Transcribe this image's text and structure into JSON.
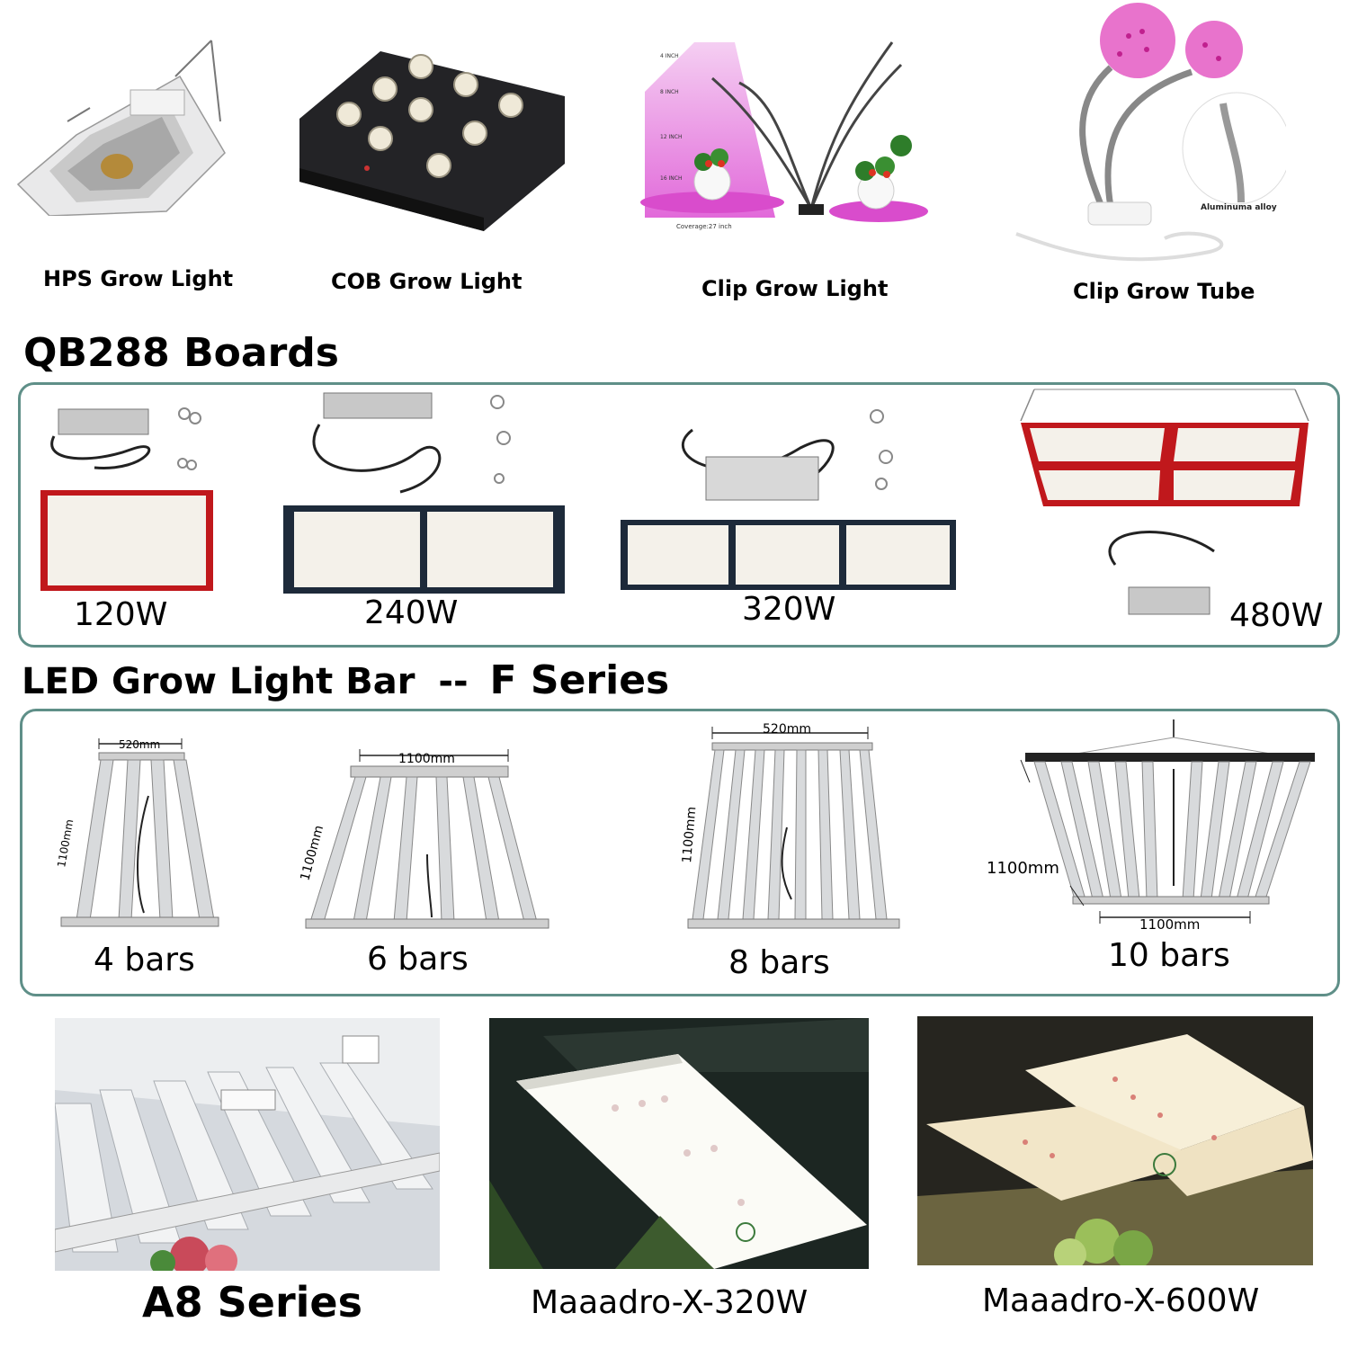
{
  "top_row": {
    "hps_label": "HPS Grow Light",
    "cob_label": "COB Grow Light",
    "clip_label": "Clip Grow Light",
    "tube_label": "Clip Grow Tube",
    "clip_heights": [
      "4 INCH",
      "8 INCH",
      "12 INCH",
      "16 INCH"
    ],
    "clip_coverage": "Coverage:27 inch",
    "tube_note": "Aluminuma alloy"
  },
  "qb288": {
    "title": "QB288 Boards",
    "items": [
      {
        "label": "120W"
      },
      {
        "label": "240W"
      },
      {
        "label": "320W"
      },
      {
        "label": "480W"
      }
    ]
  },
  "f_series": {
    "title_left": "LED Grow Light Bar",
    "title_sep": "--",
    "title_right": "F Series",
    "items": [
      {
        "label": "4 bars",
        "dim_top": "520mm",
        "dim_side": "1100mm"
      },
      {
        "label": "6 bars",
        "dim_top": "1100mm",
        "dim_side": "1100mm"
      },
      {
        "label": "8 bars",
        "dim_top": "520mm",
        "dim_side": "1100mm"
      },
      {
        "label": "10 bars",
        "dim_top": "1100mm",
        "dim_side": "1100mm"
      }
    ]
  },
  "bottom_row": {
    "a8_label": "A8 Series",
    "x320_label": "Maaadro-X-320W",
    "x600_label": "Maaadro-X-600W"
  },
  "colors": {
    "box_border": "#5f8f88",
    "board_red": "#c0181c",
    "board_navy": "#1d2a3a",
    "led_board": "#f4f1ea",
    "pink_light": "#e05ad0"
  }
}
